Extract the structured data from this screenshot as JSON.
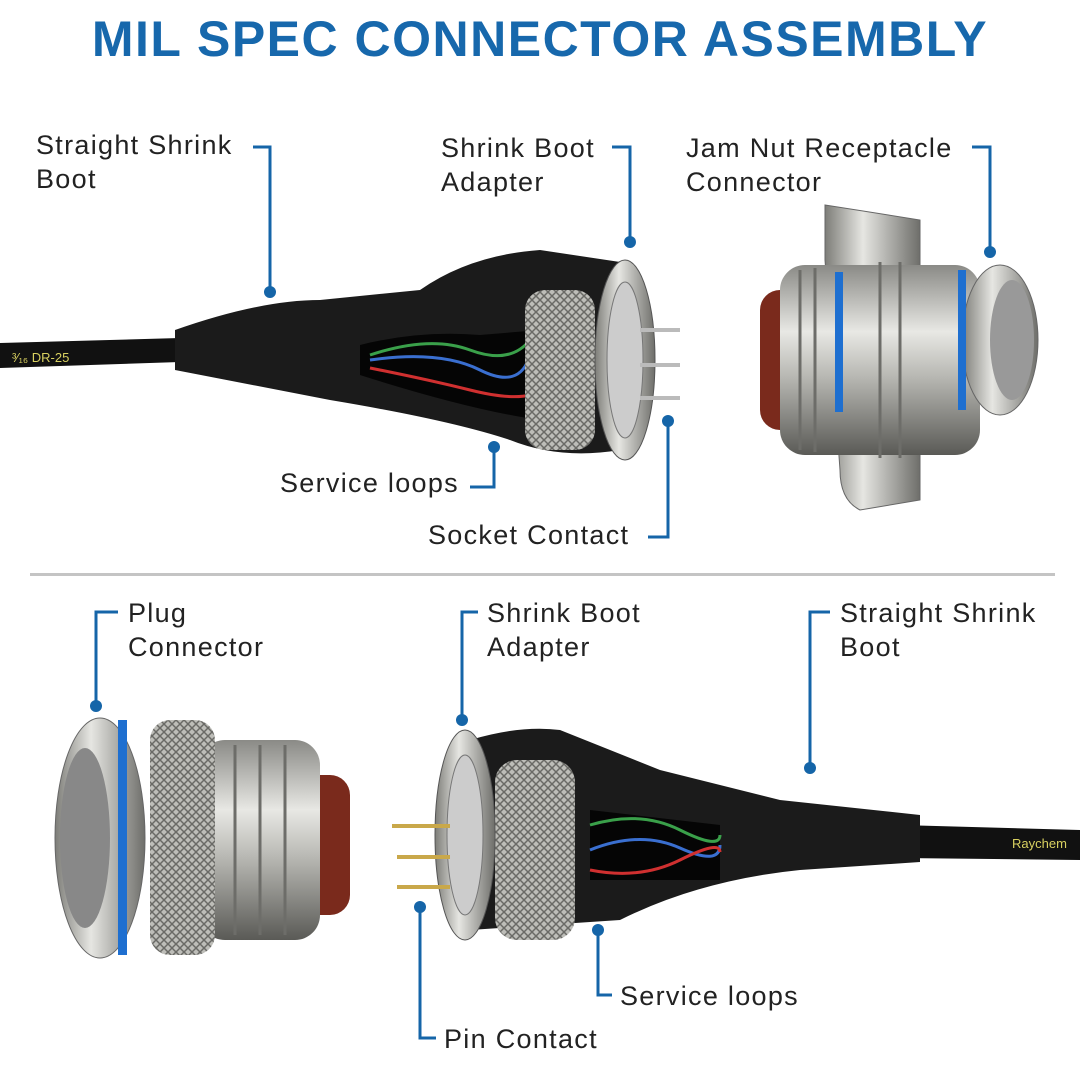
{
  "title": "MIL SPEC CONNECTOR ASSEMBLY",
  "colors": {
    "accent": "#1768ac",
    "leader": "#1565a8",
    "divider": "#c4c4c4"
  },
  "top_assembly": {
    "labels": {
      "straight_shrink_boot": "Straight Shrink\nBoot",
      "shrink_boot_adapter": "Shrink Boot\nAdapter",
      "jam_nut_receptacle": "Jam Nut Receptacle\nConnector",
      "service_loops": "Service loops",
      "socket_contact": "Socket Contact"
    },
    "cable_print": "³⁄₁₆ DR-25"
  },
  "bottom_assembly": {
    "labels": {
      "plug_connector": "Plug\nConnector",
      "shrink_boot_adapter": "Shrink Boot\nAdapter",
      "straight_shrink_boot": "Straight Shrink\nBoot",
      "service_loops": "Service loops",
      "pin_contact": "Pin Contact"
    },
    "cable_print": "Raychem"
  }
}
